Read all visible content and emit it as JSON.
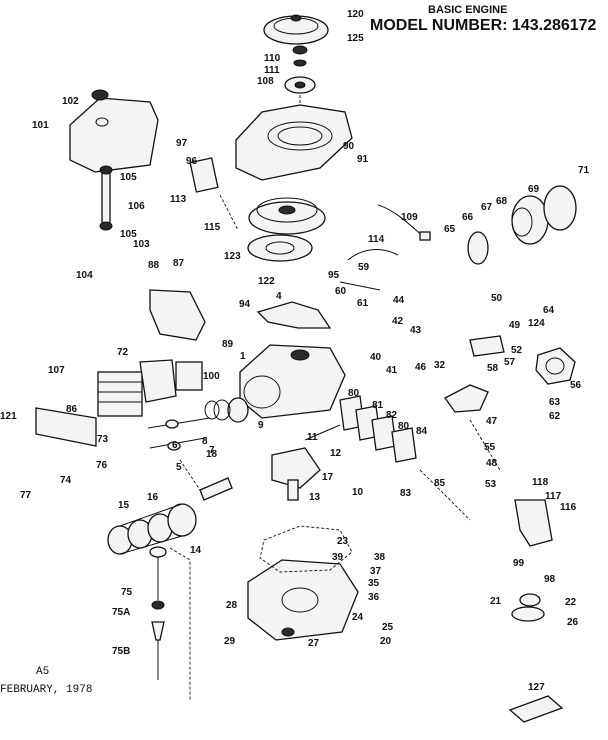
{
  "header": {
    "line1": "BASIC ENGINE",
    "line2": "MODEL NUMBER:  143.286172"
  },
  "footer": {
    "code": "A5",
    "date": "FEBRUARY, 1978"
  },
  "callouts": [
    "120",
    "125",
    "110",
    "111",
    "108",
    "102",
    "101",
    "97",
    "96",
    "90",
    "91",
    "113",
    "105",
    "106",
    "105",
    "115",
    "109",
    "103",
    "104",
    "88",
    "87",
    "123",
    "114",
    "122",
    "95",
    "65",
    "66",
    "67",
    "68",
    "69",
    "71",
    "59",
    "60",
    "61",
    "44",
    "42",
    "43",
    "94",
    "4",
    "50",
    "49",
    "64",
    "52",
    "124",
    "58",
    "57",
    "56",
    "89",
    "1",
    "40",
    "41",
    "72",
    "100",
    "107",
    "86",
    "121",
    "73",
    "74",
    "76",
    "77",
    "9",
    "8",
    "6",
    "5",
    "7",
    "18",
    "11",
    "12",
    "17",
    "10",
    "13",
    "16",
    "15",
    "14",
    "80",
    "81",
    "82",
    "80",
    "84",
    "83",
    "85",
    "46",
    "32",
    "63",
    "62",
    "47",
    "55",
    "48",
    "53",
    "118",
    "117",
    "116",
    "99",
    "98",
    "23",
    "39",
    "38",
    "37",
    "35",
    "36",
    "28",
    "24",
    "25",
    "20",
    "29",
    "27",
    "75",
    "75A",
    "75B",
    "21",
    "22",
    "26",
    "127"
  ]
}
